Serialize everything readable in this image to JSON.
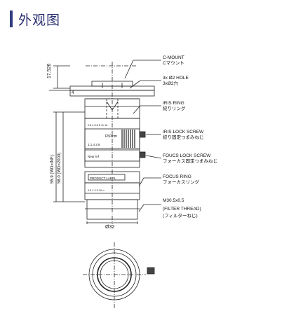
{
  "section_title": "外观图",
  "labels": {
    "c_mount": "C-MOUNT",
    "c_mount_jp": "Cマウント",
    "hole": "3x Ø2 HOLE",
    "hole_jp": "3xØ2穴",
    "iris_ring": "IRIS RING",
    "iris_ring_jp": "絞りリング",
    "iris_lock": "IRIS LOCK SCREW",
    "iris_lock_jp": "絞り固定つまみねじ",
    "focus_lock": "FOUCS LOCK SCREW",
    "focus_lock_jp": "フォーカス固定つまみねじ",
    "focus_ring": "FOCUS RING",
    "focus_ring_jp": "フォーカスリング",
    "thread": "M30.5x0.5",
    "filter_thread": "(FILTER THREAD)",
    "filter_thread_jp": "(フィルターねじ)"
  },
  "dimensions": {
    "flange": "17.526",
    "flange_small": "4",
    "length_inf": "55.9 (WD=INF.)",
    "length_2000": "58.0 (WD=2000)",
    "diameter": "Ø32"
  },
  "lens_print": {
    "focal": "F50mm",
    "aperture": "1:1.4  2.8",
    "near": "Near  Inf",
    "product_label": "PRODUCT LABEL",
    "scale_left": "2.8 4 5.6 8 11 16",
    "scale_right": "0.5 1 2 5 10 ∞"
  }
}
